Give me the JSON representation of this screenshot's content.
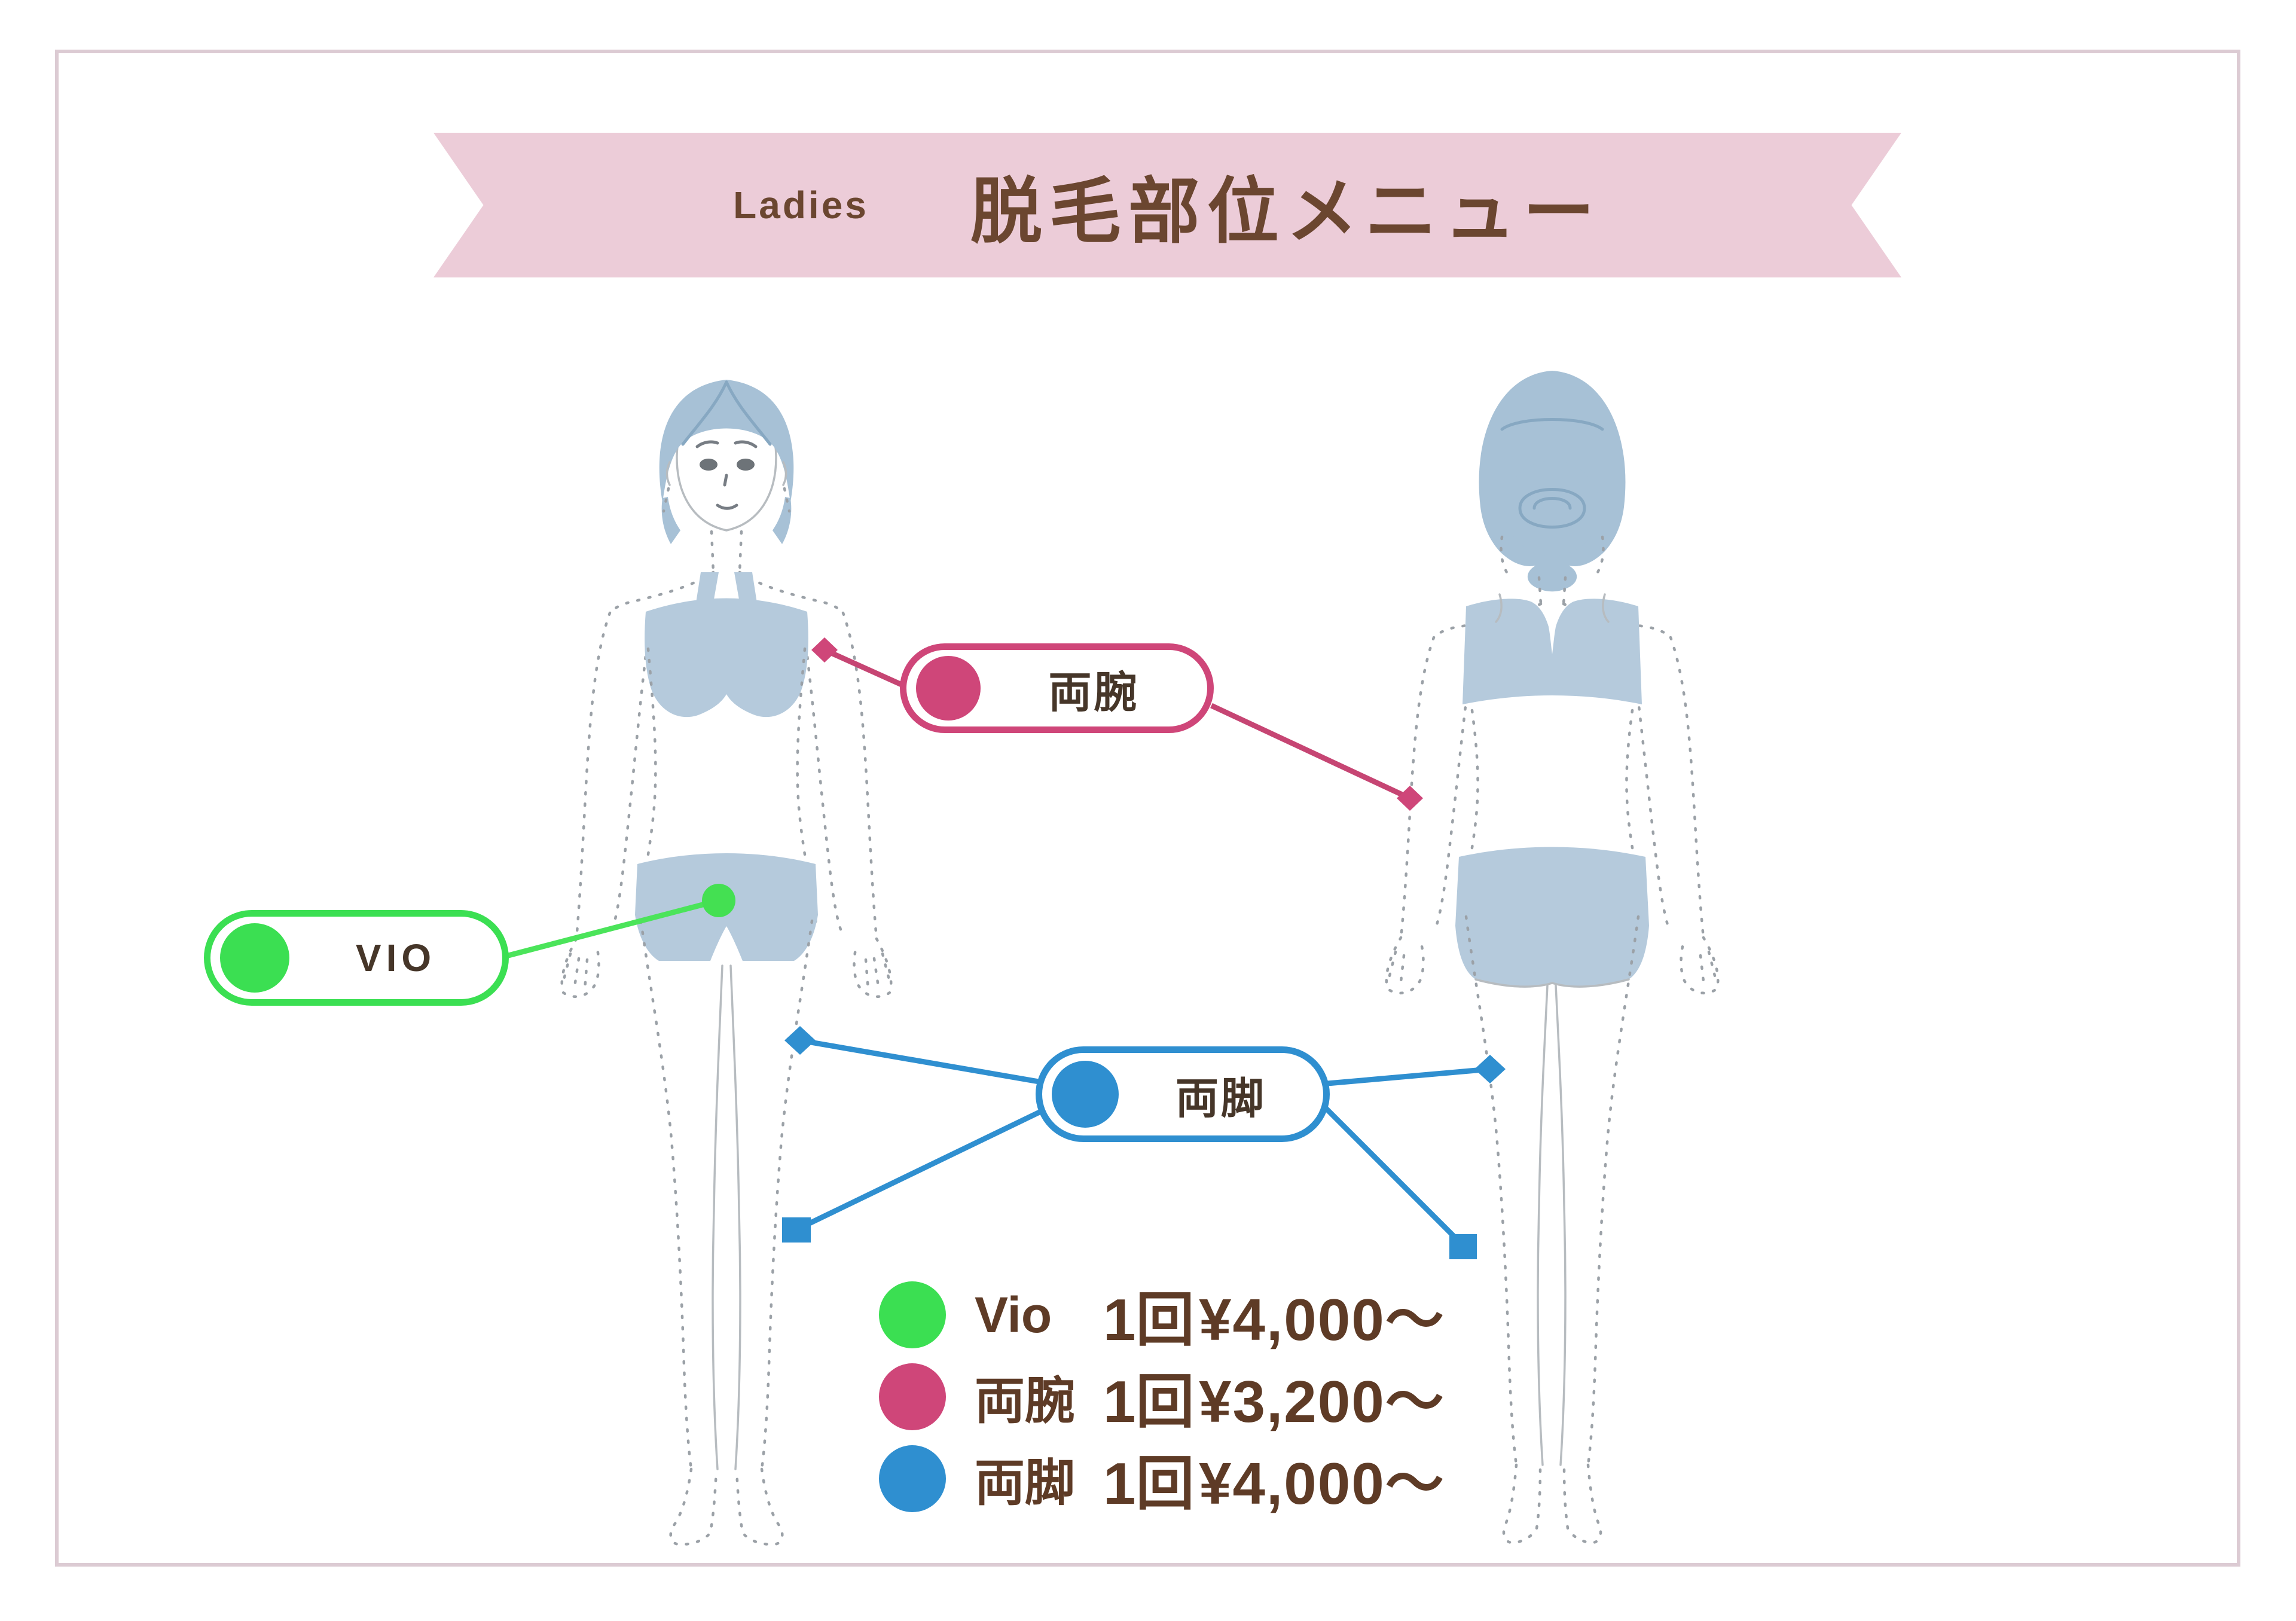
{
  "banner": {
    "subtitle": "Ladies",
    "title": "脱毛部位メニュー",
    "bg_color": "#ecccd8",
    "text_color": "#6b4630"
  },
  "body_labels": {
    "vio": {
      "text": "VIO",
      "color": "#3bdf52"
    },
    "arms": {
      "text": "両腕",
      "color": "#cf4679"
    },
    "legs": {
      "text": "両脚",
      "color": "#2f8fd0"
    }
  },
  "legend": {
    "rows": [
      {
        "label": "Vio",
        "times": "1回",
        "price": "¥4,000〜",
        "color": "#3bdf52"
      },
      {
        "label": "両腕",
        "times": "1回",
        "price": "¥3,200〜",
        "color": "#cf4679"
      },
      {
        "label": "両脚",
        "times": "1回",
        "price": "¥4,000〜",
        "color": "#2f8fd0"
      }
    ],
    "text_color": "#5e3b26"
  },
  "figures": {
    "front": "woman-body-front",
    "back": "woman-body-back",
    "illustration_blue": "#b5cadc",
    "hair_blue": "#a7c1d6"
  },
  "frame_border_color": "#dccbd3"
}
